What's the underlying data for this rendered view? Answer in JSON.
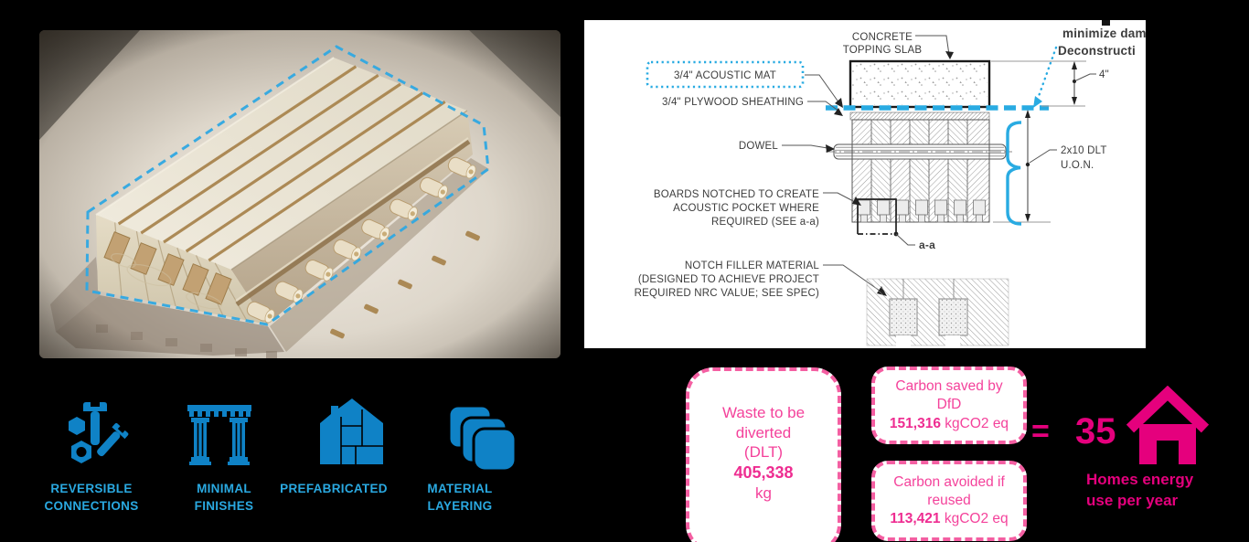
{
  "slide": {
    "description": "DLT design-for-disassembly slide"
  },
  "diagram": {
    "concrete_label": [
      "CONCRETE",
      "TOPPING SLAB"
    ],
    "acoustic_mat_label": "3/4\" ACOUSTIC MAT",
    "plywood_label": "3/4\" PLYWOOD SHEATHING",
    "dowel_label": "DOWEL",
    "boards_notched_label": [
      "BOARDS NOTCHED TO CREATE",
      "ACOUSTIC POCKET WHERE",
      "REQUIRED (SEE a-a)"
    ],
    "notch_filler_label": [
      "NOTCH FILLER MATERIAL",
      "(DESIGNED TO ACHIEVE PROJECT",
      "REQUIRED NRC VALUE; SEE SPEC)"
    ],
    "section_label": "a-a",
    "dim_slab": "4\"",
    "dim_dlt": [
      "2x10 DLT",
      "U.O.N."
    ],
    "cut_note": [
      "minimize dam",
      "Deconstructi"
    ]
  },
  "features": [
    {
      "icon": "bolts-icon",
      "lines": [
        "REVERSIBLE",
        "CONNECTIONS"
      ]
    },
    {
      "icon": "columns-icon",
      "lines": [
        "MINIMAL",
        "FINISHES"
      ]
    },
    {
      "icon": "prefab-house-icon",
      "lines": [
        "PREFABRICATED"
      ]
    },
    {
      "icon": "layers-icon",
      "lines": [
        "MATERIAL",
        "LAYERING"
      ]
    }
  ],
  "stats": {
    "waste": {
      "lines": [
        "Waste to be",
        "diverted",
        "(DLT)"
      ],
      "value": "405,338",
      "unit": "kg"
    },
    "carbon_saved": {
      "lines": [
        "Carbon saved by",
        "DfD"
      ],
      "value": "151,316",
      "unit": "kgCO2 eq"
    },
    "carbon_avoided": {
      "lines": [
        "Carbon avoided if",
        "reused"
      ],
      "value": "113,421",
      "unit": "kgCO2 eq"
    },
    "equals": "=",
    "homes_value": "35",
    "homes_caption": [
      "Homes energy",
      "use per year"
    ]
  },
  "colors": {
    "cyan_accent": "#29abe2",
    "icon_blue": "#0f82c6",
    "label_blue": "#2aa9e1",
    "pink_text": "#f4429b",
    "pink_border": "#f45fa2",
    "pink_value": "#ee2d91",
    "deep_pink": "#e5007d",
    "diagram_text": "#3d3d3d"
  }
}
